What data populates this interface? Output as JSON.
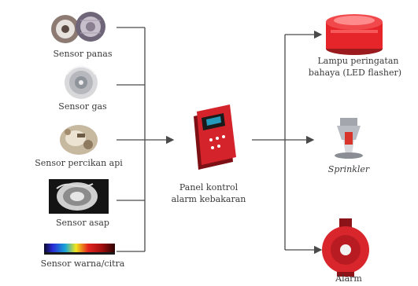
{
  "colors": {
    "line": "#4a4a4a",
    "panel_red": "#d4232a",
    "panel_dark": "#7d1014",
    "beacon_red": "#e5252a",
    "alarm_red": "#d8262c",
    "sprinkler_metal": "#b9bcc2"
  },
  "inputs": [
    {
      "label": "Sensor panas",
      "icon": "heat-sensor-icon"
    },
    {
      "label": "Sensor gas",
      "icon": "gas-sensor-icon"
    },
    {
      "label": "Sensor percikan api",
      "icon": "flame-sensor-icon"
    },
    {
      "label": "Sensor asap",
      "icon": "smoke-sensor-icon"
    },
    {
      "label": "Sensor warna/citra",
      "icon": "color-image-sensor-icon"
    }
  ],
  "panel": {
    "label_line1": "Panel kontrol",
    "label_line2": "alarm kebakaran",
    "icon": "fire-alarm-control-panel-icon"
  },
  "outputs": [
    {
      "label_line1": "Lampu peringatan",
      "label_line2": "bahaya (LED flasher)",
      "icon": "led-flasher-icon"
    },
    {
      "label_line1": "Sprinkler",
      "icon": "sprinkler-icon"
    },
    {
      "label_line1": "Alarm",
      "icon": "alarm-bell-icon"
    }
  ]
}
